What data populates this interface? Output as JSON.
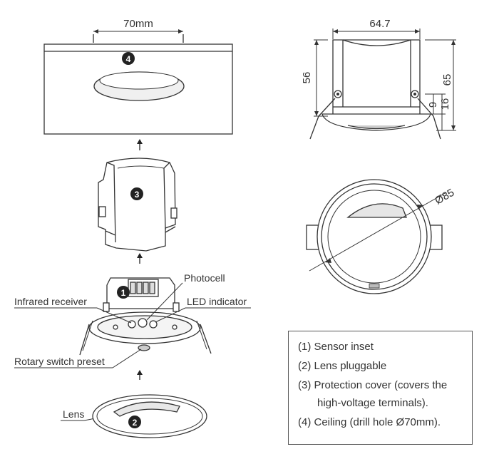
{
  "dimensions": {
    "ceiling_width": "70mm",
    "width": "64.7",
    "height_56": "56",
    "height_65": "65",
    "dim_9": "9",
    "dim_16": "16",
    "diameter": "Ø85"
  },
  "markers": {
    "one": "1",
    "two": "2",
    "three": "3",
    "four": "4"
  },
  "callouts": {
    "photocell": "Photocell",
    "infrared_receiver": "Infrared receiver",
    "led_indicator": "LED indicator",
    "rotary_switch_preset": "Rotary switch preset",
    "lens": "Lens"
  },
  "legend": [
    "(1) Sensor inset",
    "(2) Lens pluggable",
    "(3) Protection cover (covers the",
    "high-voltage terminals).",
    "(4) Ceiling (drill hole Ø70mm)."
  ]
}
